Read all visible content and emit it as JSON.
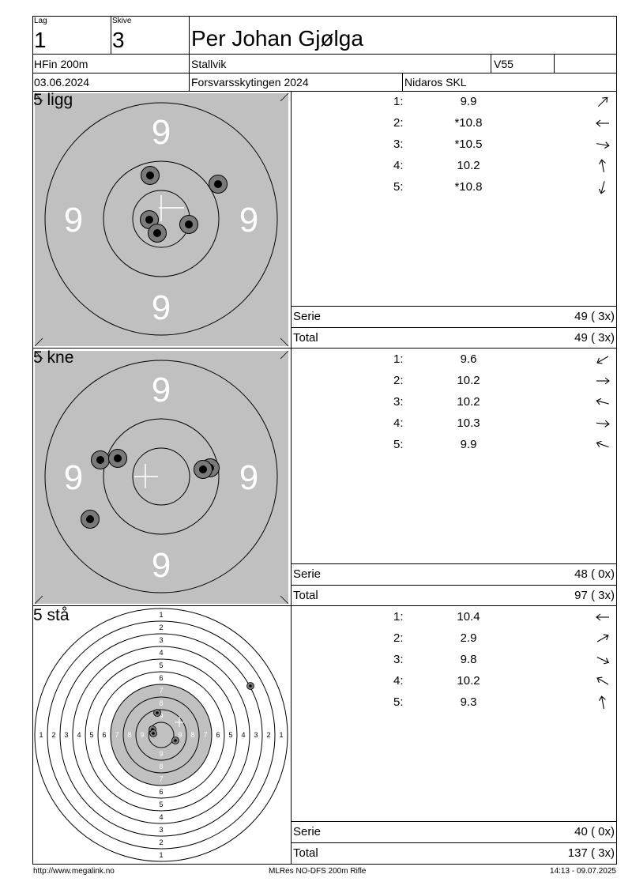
{
  "header": {
    "lag_label": "Lag",
    "lag_value": "1",
    "skive_label": "Skive",
    "skive_value": "3",
    "shooter_name": "Per Johan Gjølga",
    "class": "HFin 200m",
    "location": "Stallvik",
    "age_class": "V55",
    "date": "03.06.2024",
    "event": "Forsvarsskytingen 2024",
    "club": "Nidaros SKL"
  },
  "series": [
    {
      "title": "5 ligg",
      "shots": [
        {
          "n": "1:",
          "value": "9.9",
          "dir": 45
        },
        {
          "n": "2:",
          "value": "*10.8",
          "dir": 180
        },
        {
          "n": "3:",
          "value": "*10.5",
          "dir": -10
        },
        {
          "n": "4:",
          "value": "10.2",
          "dir": 100
        },
        {
          "n": "5:",
          "value": "*10.8",
          "dir": -105
        }
      ],
      "serie_label": "Serie",
      "serie_value": "49 ( 3x)",
      "total_label": "Total",
      "total_value": "49 ( 3x)",
      "ring_labels": [
        "9",
        "9",
        "9",
        "9"
      ]
    },
    {
      "title": "5 kne",
      "shots": [
        {
          "n": "1:",
          "value": "9.6",
          "dir": -150
        },
        {
          "n": "2:",
          "value": "10.2",
          "dir": 0
        },
        {
          "n": "3:",
          "value": "10.2",
          "dir": 165
        },
        {
          "n": "4:",
          "value": "10.3",
          "dir": -5
        },
        {
          "n": "5:",
          "value": "9.9",
          "dir": 160
        }
      ],
      "serie_label": "Serie",
      "serie_value": "48 ( 0x)",
      "total_label": "Total",
      "total_value": "97 ( 3x)",
      "ring_labels": [
        "9",
        "9",
        "9",
        "9"
      ]
    },
    {
      "title": "5 stå",
      "shots": [
        {
          "n": "1:",
          "value": "10.4",
          "dir": 180
        },
        {
          "n": "2:",
          "value": "2.9",
          "dir": 30
        },
        {
          "n": "3:",
          "value": "9.8",
          "dir": -25
        },
        {
          "n": "4:",
          "value": "10.2",
          "dir": 150
        },
        {
          "n": "5:",
          "value": "9.3",
          "dir": 100
        }
      ],
      "serie_label": "Serie",
      "serie_value": "40 ( 0x)",
      "total_label": "Total",
      "total_value": "137 ( 3x)",
      "ring_numbers": [
        "1",
        "2",
        "3",
        "4",
        "5",
        "6",
        "7",
        "8",
        "9"
      ]
    }
  ],
  "footer": {
    "left": "http://www.megalink.no",
    "center": "MLRes NO-DFS 200m Rifle",
    "right": "14:13 - 09.07.2025"
  }
}
